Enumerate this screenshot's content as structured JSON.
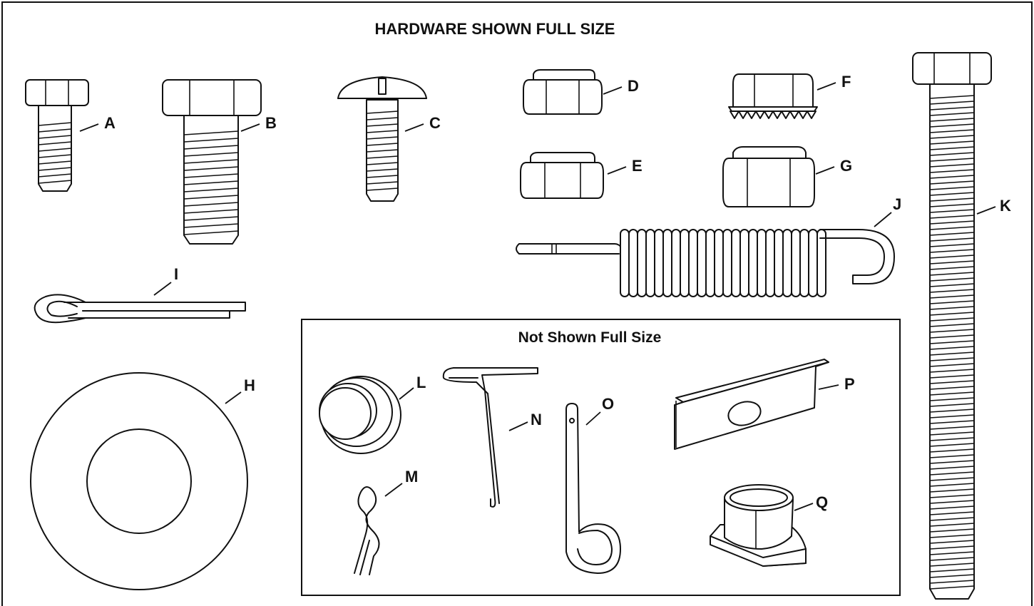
{
  "title": "HARDWARE SHOWN FULL SIZE",
  "inset_title": "Not Shown Full Size",
  "parts": {
    "A": "A",
    "B": "B",
    "C": "C",
    "D": "D",
    "E": "E",
    "F": "F",
    "G": "G",
    "H": "H",
    "I": "I",
    "J": "J",
    "K": "K",
    "L": "L",
    "M": "M",
    "N": "N",
    "O": "O",
    "P": "P",
    "Q": "Q"
  }
}
